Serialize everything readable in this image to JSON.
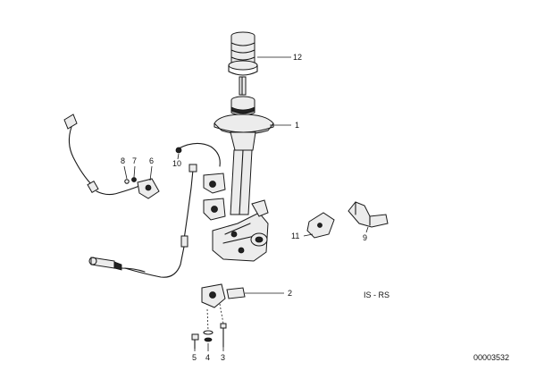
{
  "callouts": {
    "c1": "1",
    "c2": "2",
    "c3": "3",
    "c4": "4",
    "c5": "5",
    "c6": "6",
    "c7": "7",
    "c8": "8",
    "c9": "9",
    "c10": "10",
    "c11": "11",
    "c12": "12"
  },
  "variant_label": "IS - RS",
  "diagram_number": "00003532"
}
